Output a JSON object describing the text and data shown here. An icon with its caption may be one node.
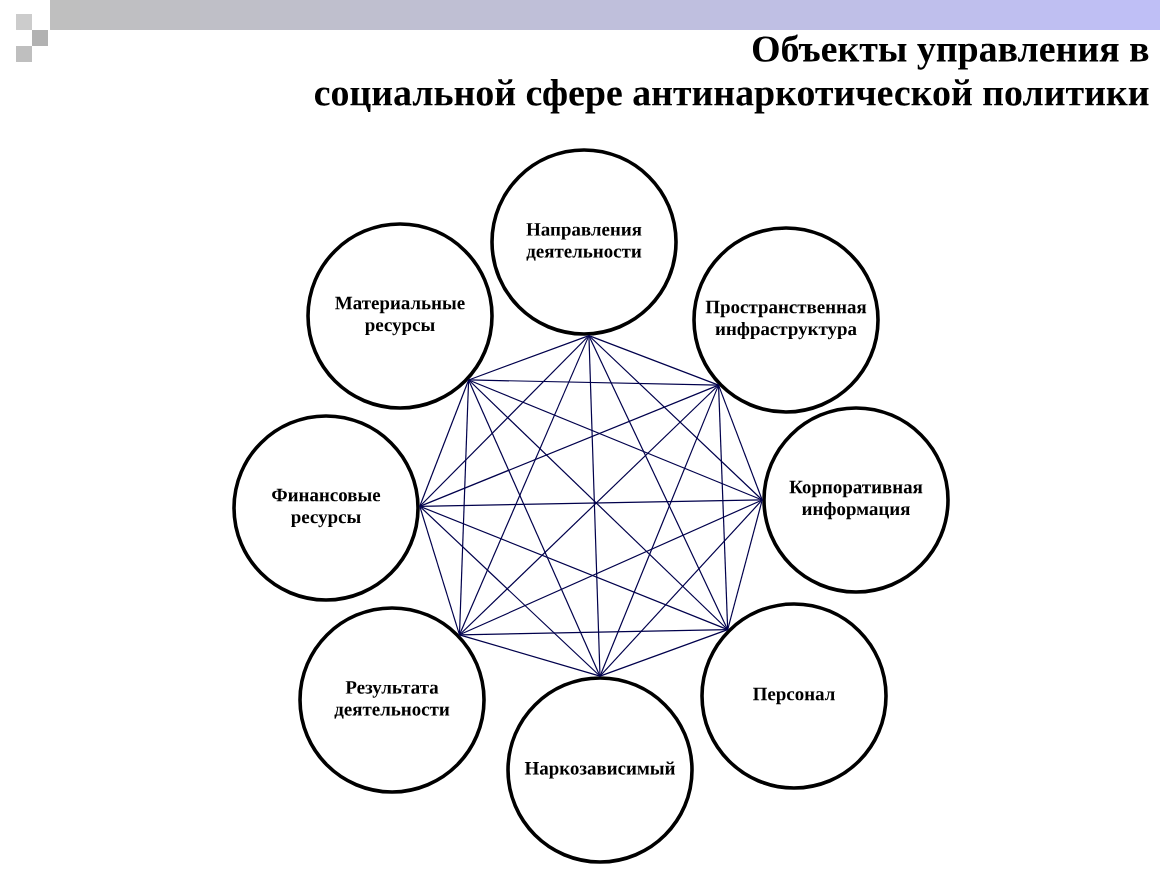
{
  "diagram": {
    "title": "Объекты управления в социальной сфере антинаркотической политики",
    "nodes": [
      {
        "text": [
          "Направления деятельности"
        ]
      },
      {
        "text": [
          "Пространственная инфраструктура"
        ]
      },
      {
        "text": [
          "Корпоративная информация"
        ]
      },
      {
        "text": [
          "Персонал"
        ]
      },
      {
        "text": [
          "Наркозависимый"
        ]
      },
      {
        "text": [
          "Результата деятельности"
        ]
      },
      {
        "text": [
          "Финансовые ресурсы"
        ]
      },
      {
        "text": [
          "Материальные ресурсы"
        ]
      }
    ],
    "edges": [
      {
        "from": 0,
        "to": 1,
        "arrow": "none"
      },
      {
        "from": 0,
        "to": 2,
        "arrow": "none"
      },
      {
        "from": 0,
        "to": 3,
        "arrow": "none"
      },
      {
        "from": 0,
        "to": 4,
        "arrow": "none"
      },
      {
        "from": 0,
        "to": 5,
        "arrow": "none"
      },
      {
        "from": 0,
        "to": 6,
        "arrow": "none"
      },
      {
        "from": 0,
        "to": 7,
        "arrow": "none"
      },
      {
        "from": 1,
        "to": 2,
        "arrow": "none"
      },
      {
        "from": 1,
        "to": 3,
        "arrow": "none"
      },
      {
        "from": 1,
        "to": 4,
        "arrow": "none"
      },
      {
        "from": 1,
        "to": 5,
        "arrow": "none"
      },
      {
        "from": 1,
        "to": 6,
        "arrow": "none"
      },
      {
        "from": 1,
        "to": 7,
        "arrow": "none"
      },
      {
        "from": 2,
        "to": 3,
        "arrow": "none"
      },
      {
        "from": 2,
        "to": 4,
        "arrow": "none"
      },
      {
        "from": 2,
        "to": 5,
        "arrow": "none"
      },
      {
        "from": 2,
        "to": 6,
        "arrow": "none"
      },
      {
        "from": 2,
        "to": 7,
        "arrow": "none"
      },
      {
        "from": 3,
        "to": 4,
        "arrow": "none"
      },
      {
        "from": 3,
        "to": 5,
        "arrow": "none"
      },
      {
        "from": 3,
        "to": 6,
        "arrow": "none"
      },
      {
        "from": 3,
        "to": 7,
        "arrow": "none"
      },
      {
        "from": 4,
        "to": 5,
        "arrow": "none"
      },
      {
        "from": 4,
        "to": 6,
        "arrow": "none"
      },
      {
        "from": 4,
        "to": 7,
        "arrow": "none"
      },
      {
        "from": 5,
        "to": 6,
        "arrow": "none"
      },
      {
        "from": 5,
        "to": 7,
        "arrow": "none"
      },
      {
        "from": 6,
        "to": 7,
        "arrow": "none"
      }
    ]
  }
}
